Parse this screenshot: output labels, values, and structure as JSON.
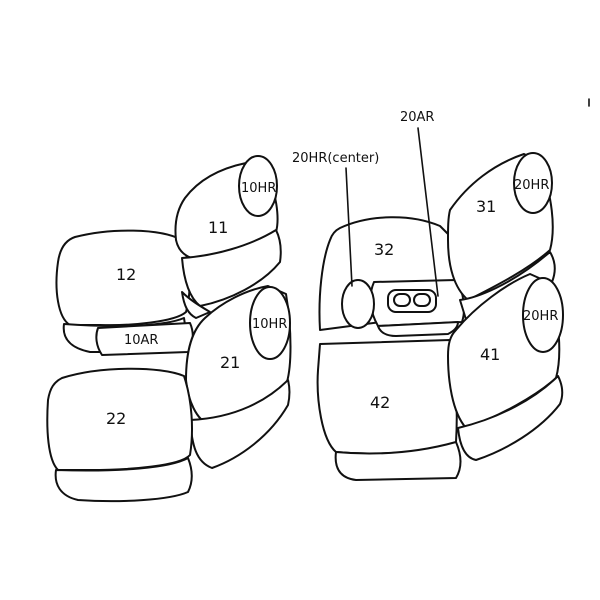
{
  "labels": {
    "p11": "11",
    "p12": "12",
    "p21": "21",
    "p22": "22",
    "p31": "31",
    "p32": "32",
    "p41": "41",
    "p42": "42",
    "hr10_front": "10HR",
    "hr10_rear": "10HR",
    "ar10": "10AR",
    "hr20_center": "20HR(center)",
    "ar20": "20AR",
    "hr20_top": "20HR",
    "hr20_right": "20HR"
  }
}
